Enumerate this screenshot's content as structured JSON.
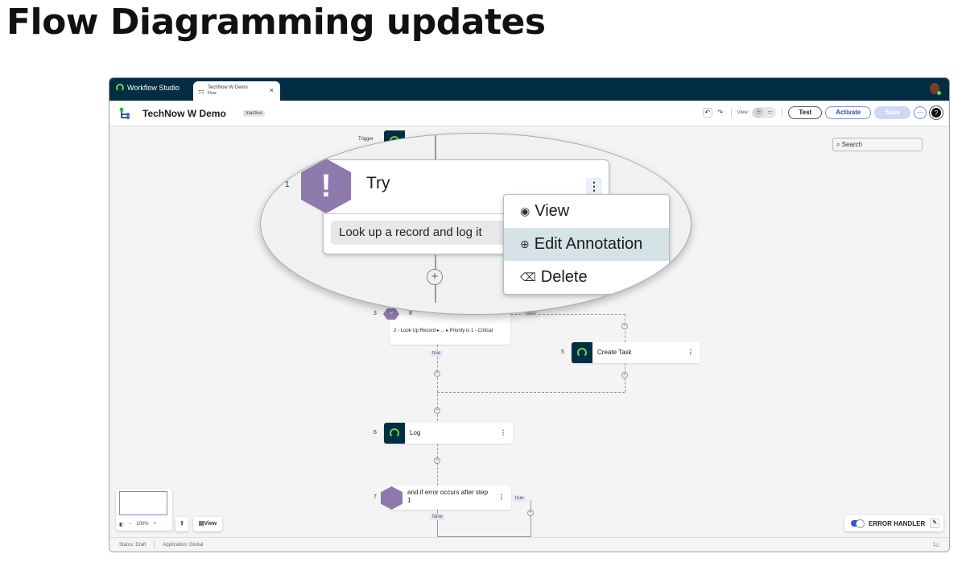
{
  "slide": {
    "title": "Flow Diagramming updates"
  },
  "topbar": {
    "brand": "Workflow Studio",
    "tab": {
      "title": "TechNow W Demo",
      "subtitle": "Flow",
      "close": "×"
    }
  },
  "header": {
    "flow_title": "TechNow W Demo",
    "status": "Inactive",
    "undo": "↶",
    "redo": "↷",
    "view_label": "View:",
    "buttons": {
      "test": "Test",
      "activate": "Activate",
      "save": "Save",
      "more": "⋯",
      "help": "?"
    }
  },
  "search": {
    "placeholder": "Search",
    "icon": "⌕"
  },
  "flow": {
    "trigger_label": "Trigger",
    "nodes": [
      {
        "num": "1",
        "type": "try",
        "label": "Try",
        "annotation": "Look up a record and log it"
      },
      {
        "num": "3",
        "type": "if",
        "label": "If",
        "condition": "2 - Look Up Record ▸ ... ▸ Priority is 1 - Critical"
      },
      {
        "num": "5",
        "type": "action",
        "label": "Create Task"
      },
      {
        "num": "6",
        "type": "action",
        "label": "Log"
      },
      {
        "num": "7",
        "type": "error",
        "label": "and if error occurs after step 1"
      }
    ],
    "branch_labels": {
      "true": "true",
      "false": "false"
    },
    "menu_dots": "⋮",
    "plus": "+"
  },
  "context_menu": {
    "items": [
      {
        "label": "View",
        "icon": "👁"
      },
      {
        "label": "Edit Annotation",
        "icon": "✎"
      },
      {
        "label": "Delete",
        "icon": "🗑"
      }
    ]
  },
  "bottom_controls": {
    "zoom": "100%",
    "zoom_out": "−",
    "zoom_in": "+",
    "view_btn": "View"
  },
  "error_handler": {
    "label": "ERROR HANDLER",
    "enabled": true
  },
  "statusbar": {
    "status": "Status: Draft",
    "application": "Application: Global",
    "notifications": "1△"
  }
}
